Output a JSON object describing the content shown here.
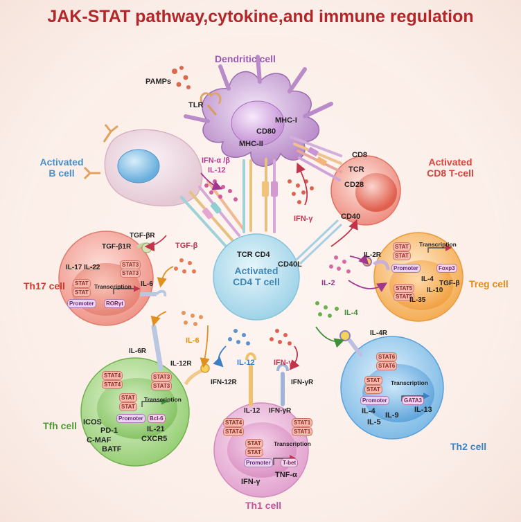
{
  "title": "JAK-STAT pathway,cytokine,and immune regulation",
  "cells": {
    "dendritic": "Dendritic cell",
    "b_cell_line1": "Activated",
    "b_cell_line2": "B cell",
    "cd8_line1": "Activated",
    "cd8_line2": "CD8 T-cell",
    "cd4_line1": "Activated",
    "cd4_line2": "CD4 T cell",
    "th17": "Th17 cell",
    "treg": "Treg cell",
    "tfh": "Tfh cell",
    "th1": "Th1 cell",
    "th2": "Th2 cell"
  },
  "dc_labels": {
    "pamps": "PAMPs",
    "tlr": "TLR",
    "mhc1": "MHC-I",
    "cd80": "CD80",
    "mhc2": "MHC-II"
  },
  "cd8_labels": {
    "cd8": "CD8",
    "tcr": "TCR",
    "cd28": "CD28",
    "cd40": "CD40"
  },
  "cd4_labels": {
    "tcr_cd4": "TCR CD4",
    "cd40l": "CD40L"
  },
  "cytokines": {
    "ifn_ab": "IFN-α /β",
    "il12_top": "IL-12",
    "ifn_g_top": "IFN-γ",
    "tgfb": "TGF-β",
    "il2": "IL-2",
    "il6": "IL-6",
    "il4": "IL-4",
    "il12_mid": "IL-12",
    "ifn_g_mid": "IFN-γ"
  },
  "th17": {
    "tgfbr": "TGF-βR",
    "tgfb1r": "TGF-β1R",
    "il17_il22": "IL-17 IL-22",
    "stat3a": "STAT3",
    "stat3b": "STAT3",
    "il6": "IL-6",
    "stat1": "STAT",
    "stat2": "STAT",
    "transcription": "Transcription",
    "promoter": "Promoter",
    "gene": "RORγt"
  },
  "treg": {
    "il2r": "IL-2R",
    "stat1": "STAT",
    "stat2": "STAT",
    "transcription": "Transcription",
    "promoter": "Promoter",
    "gene": "Foxp3",
    "il4": "IL-4",
    "tgfb": "TGF-β",
    "stat5a": "STAT5",
    "stat5b": "STAT5",
    "il10": "IL-10",
    "il35": "IL-35"
  },
  "tfh": {
    "il6r": "IL-6R",
    "il12r": "IL-12R",
    "stat4a": "STAT4",
    "stat4b": "STAT4",
    "stat3a": "STAT3",
    "stat3b": "STAT3",
    "stat1": "STAT",
    "stat2": "STAT",
    "transcription": "Transcription",
    "promoter": "Promoter",
    "gene": "Bcl-6",
    "icos": "ICOS",
    "pd1": "PD-1",
    "cmaf": "C-MAF",
    "il21": "IL-21",
    "cxcr5": "CXCR5",
    "batf": "BATF"
  },
  "th1": {
    "ifn12r": "IFN-12R",
    "ifngr_top": "IFN-γR",
    "il12": "IL-12",
    "ifngr": "IFN-γR",
    "stat4a": "STAT4",
    "stat4b": "STAT4",
    "stat1a": "STAT1",
    "stat1b": "STAT1",
    "stat1": "STAT",
    "stat2": "STAT",
    "transcription": "Transcription",
    "promoter": "Promoter",
    "gene": "T-bet",
    "ifng": "IFN-γ",
    "tnfa": "TNF-α"
  },
  "th2": {
    "il4r": "IL-4R",
    "stat6a": "STAT6",
    "stat6b": "STAT6",
    "stat1": "STAT",
    "stat2": "STAT",
    "transcription": "Transcription",
    "promoter": "Promoter",
    "gene": "GATA3",
    "il4": "IL-4",
    "il9": "IL-9",
    "il13": "IL-13",
    "il5": "IL-5"
  },
  "colors": {
    "title": "#b3262a",
    "dendritic": "#9b5bb0",
    "b_cell": "#4a90c8",
    "cd8": "#d9433a",
    "cd4": "#3f86b8",
    "th17": "#d13a30",
    "treg": "#e08a1c",
    "tfh": "#4f9a35",
    "th1": "#c2519a",
    "th2": "#3a82c4"
  }
}
